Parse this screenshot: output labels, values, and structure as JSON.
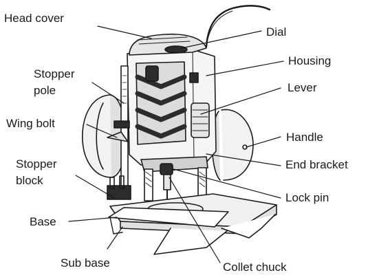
{
  "labels": {
    "head_cover": "Head cover",
    "dial": "Dial",
    "housing": "Housing",
    "stopper_pole_1": "Stopper",
    "stopper_pole_2": "pole",
    "lever": "Lever",
    "wing_bolt": "Wing bolt",
    "handle": "Handle",
    "stopper_block_1": "Stopper",
    "stopper_block_2": "block",
    "end_bracket": "End bracket",
    "lock_pin": "Lock pin",
    "base": "Base",
    "sub_base": "Sub base",
    "collet_chuck": "Collet chuck"
  },
  "colors": {
    "ink": "#1a1a1a",
    "light": "#f2f2f2",
    "mid": "#c8c8c8",
    "dark": "#2c2c2c"
  }
}
